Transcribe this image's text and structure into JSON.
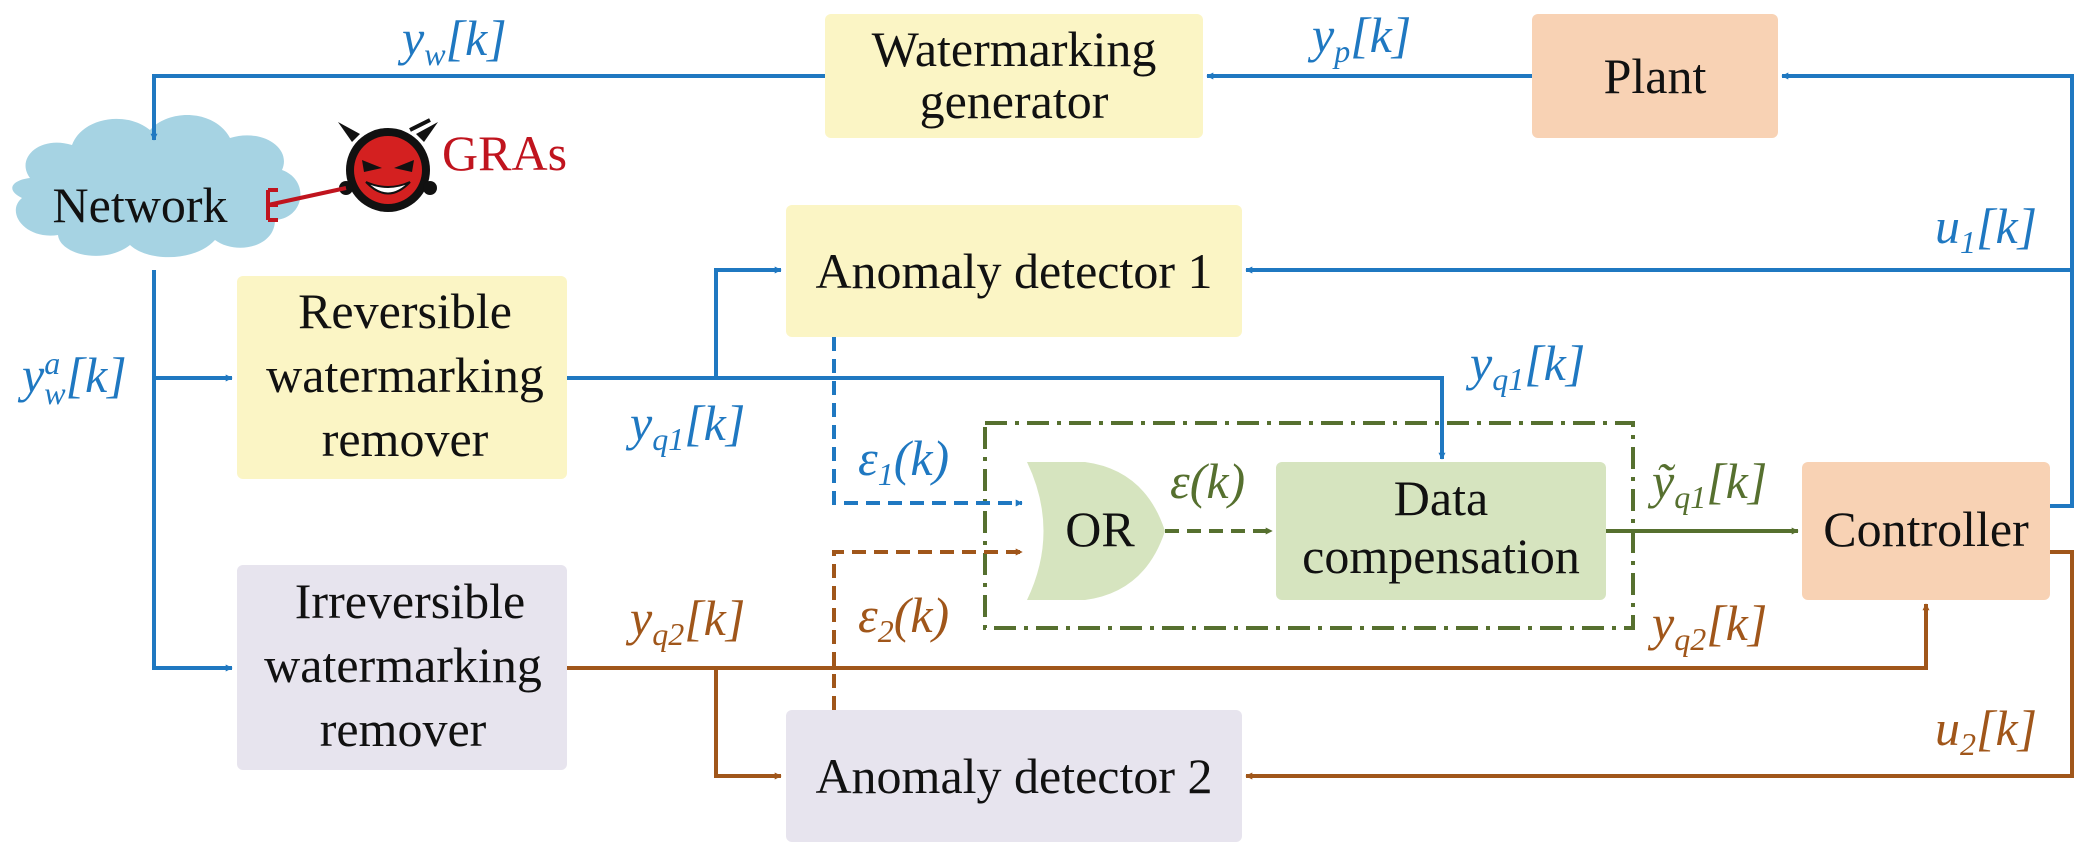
{
  "colors": {
    "blue": "#1f78c1",
    "brown": "#a0561a",
    "green": "#56702f",
    "red": "#c0141e",
    "yellow_box": "#fbf5c5",
    "orange_box": "#f8d2b4",
    "gray_box": "#e7e4ee",
    "green_box": "#d6e4bf",
    "cloud": "#a6d3e3"
  },
  "blocks": {
    "plant": "Plant",
    "wm_generator": [
      "Watermarking",
      "generator"
    ],
    "network": "Network",
    "gras": "GRAs",
    "anomaly_detector_1": "Anomaly detector 1",
    "anomaly_detector_2": "Anomaly detector 2",
    "reversible_remover": [
      "Reversible",
      "watermarking",
      "remover"
    ],
    "irreversible_remover": [
      "Irreversible",
      "watermarking",
      "remover"
    ],
    "or_gate": "OR",
    "data_compensation": [
      "Data",
      "compensation"
    ],
    "controller": "Controller"
  },
  "signals": {
    "y_w": {
      "base": "y",
      "sub": "w",
      "arg": "[k]"
    },
    "y_p": {
      "base": "y",
      "sub": "p",
      "arg": "[k]"
    },
    "u1": {
      "base": "u",
      "sub": "1",
      "arg": "[k]"
    },
    "y_w_a": {
      "base": "y",
      "sup": "a",
      "sub": "w",
      "arg": "[k]"
    },
    "y_q1_top": {
      "base": "y",
      "sub": "q1",
      "arg": "[k]"
    },
    "y_q1_left": {
      "base": "y",
      "sub": "q1",
      "arg": "[k]"
    },
    "eps1": {
      "base": "ε",
      "sub": "1",
      "arg": "(k)"
    },
    "eps": {
      "base": "ε",
      "arg": "(k)"
    },
    "y_tilde_q1": {
      "base": "ỹ",
      "sub": "q1",
      "arg": "[k]"
    },
    "eps2": {
      "base": "ε",
      "sub": "2",
      "arg": "(k)"
    },
    "y_q2_left": {
      "base": "y",
      "sub": "q2",
      "arg": "[k]"
    },
    "y_q2_right": {
      "base": "y",
      "sub": "q2",
      "arg": "[k]"
    },
    "u2": {
      "base": "u",
      "sub": "2",
      "arg": "[k]"
    }
  }
}
